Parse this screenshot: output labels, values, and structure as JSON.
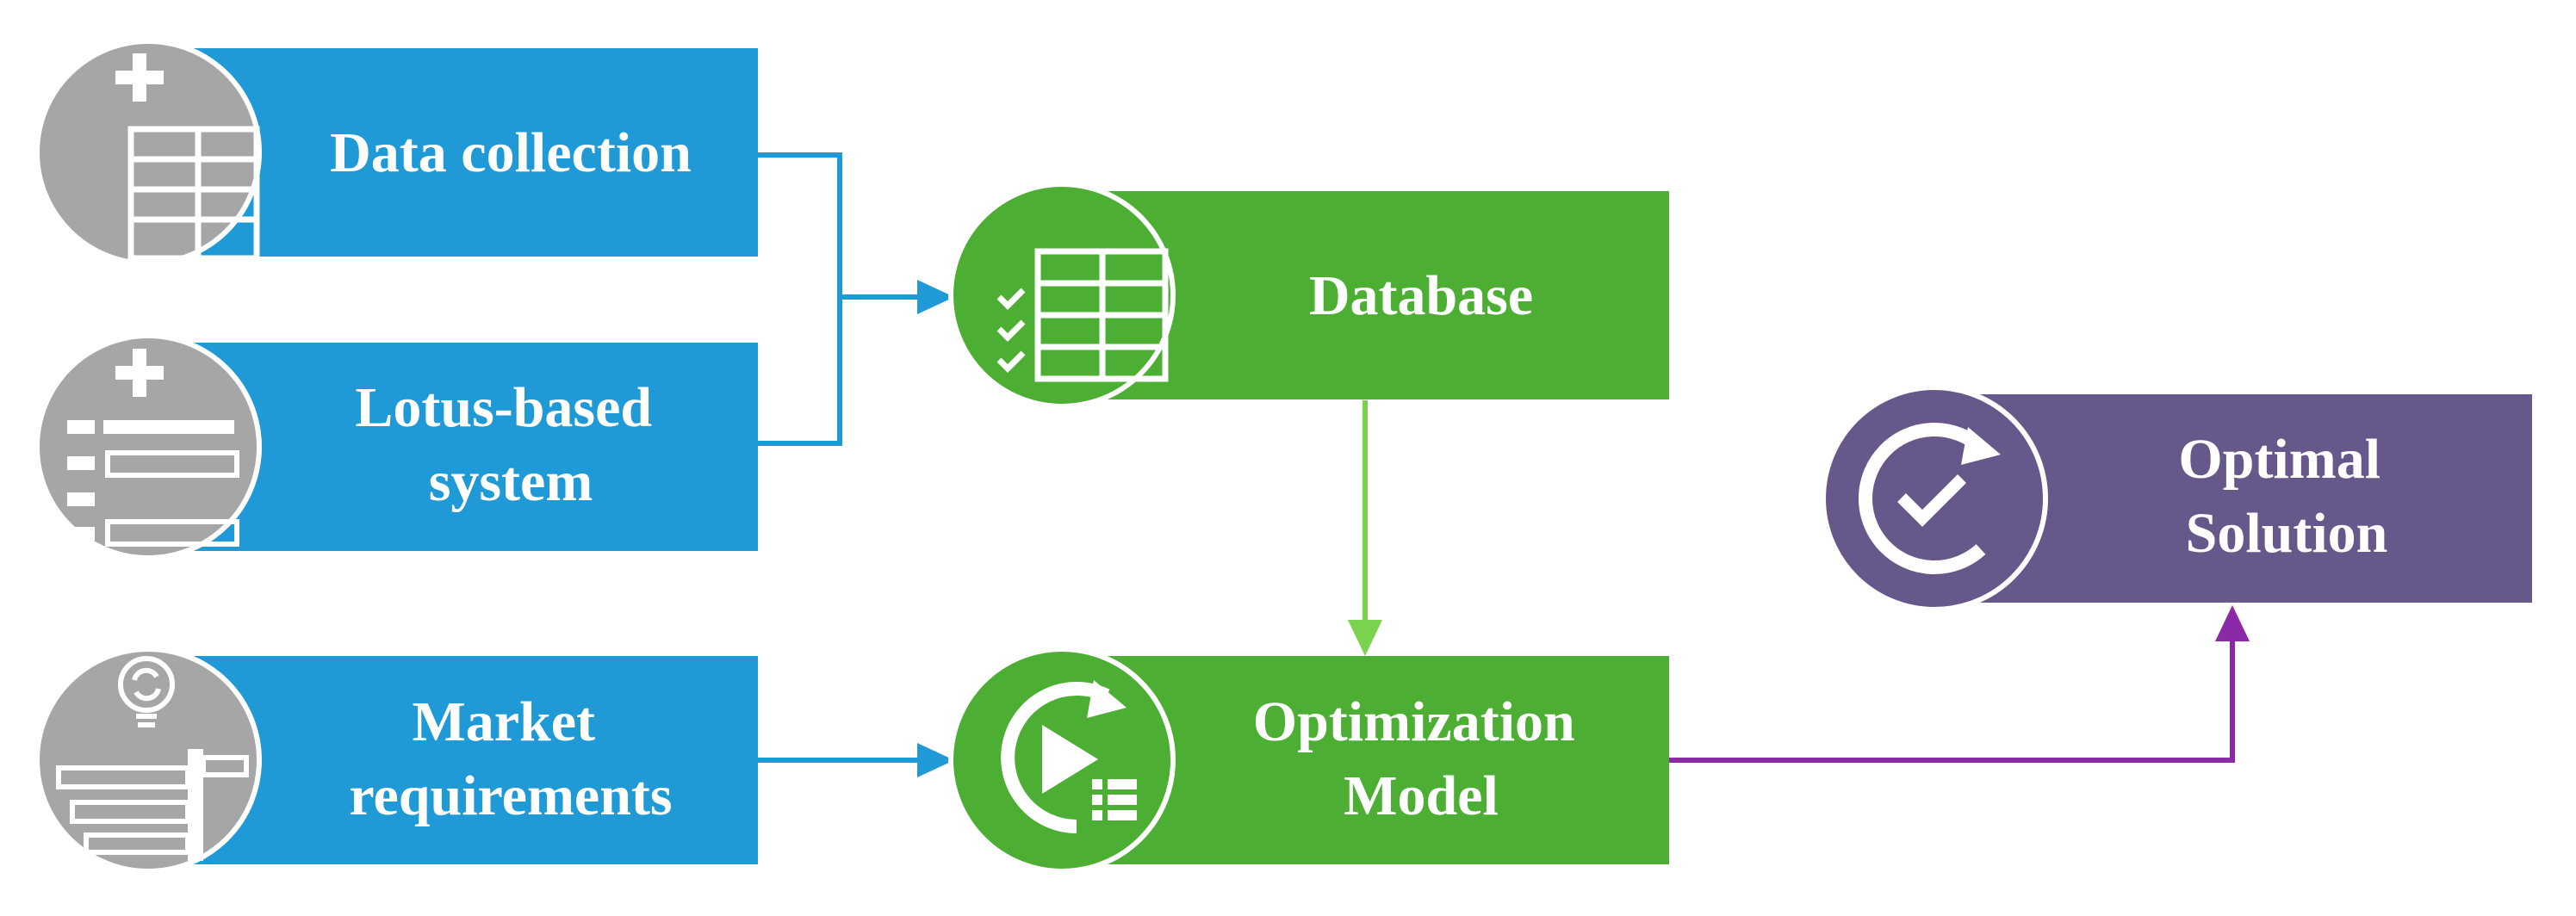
{
  "diagram": {
    "nodes": {
      "data_collection": {
        "lines": [
          "Data collection"
        ],
        "icon": "spreadsheet-add-icon"
      },
      "lotus_system": {
        "lines": [
          "Lotus-based",
          "system"
        ],
        "icon": "form-add-icon"
      },
      "market_requirements": {
        "lines": [
          "Market",
          "requirements"
        ],
        "icon": "idea-signpost-icon"
      },
      "database": {
        "lines": [
          "Database"
        ],
        "icon": "checklist-table-icon"
      },
      "optimization_model": {
        "lines": [
          "Optimization",
          "Model"
        ],
        "icon": "run-process-icon"
      },
      "optimal_solution": {
        "lines": [
          "Optimal",
          "Solution"
        ],
        "icon": "refresh-check-icon"
      }
    },
    "colors": {
      "input": "#1f9ad6",
      "process": "#4caf34",
      "output": "#66588a",
      "icon_grey": "#a6a6a6",
      "arrow_blue": "#1f9ad6",
      "arrow_green": "#7ad34d",
      "arrow_purple": "#8b2aa6"
    }
  }
}
